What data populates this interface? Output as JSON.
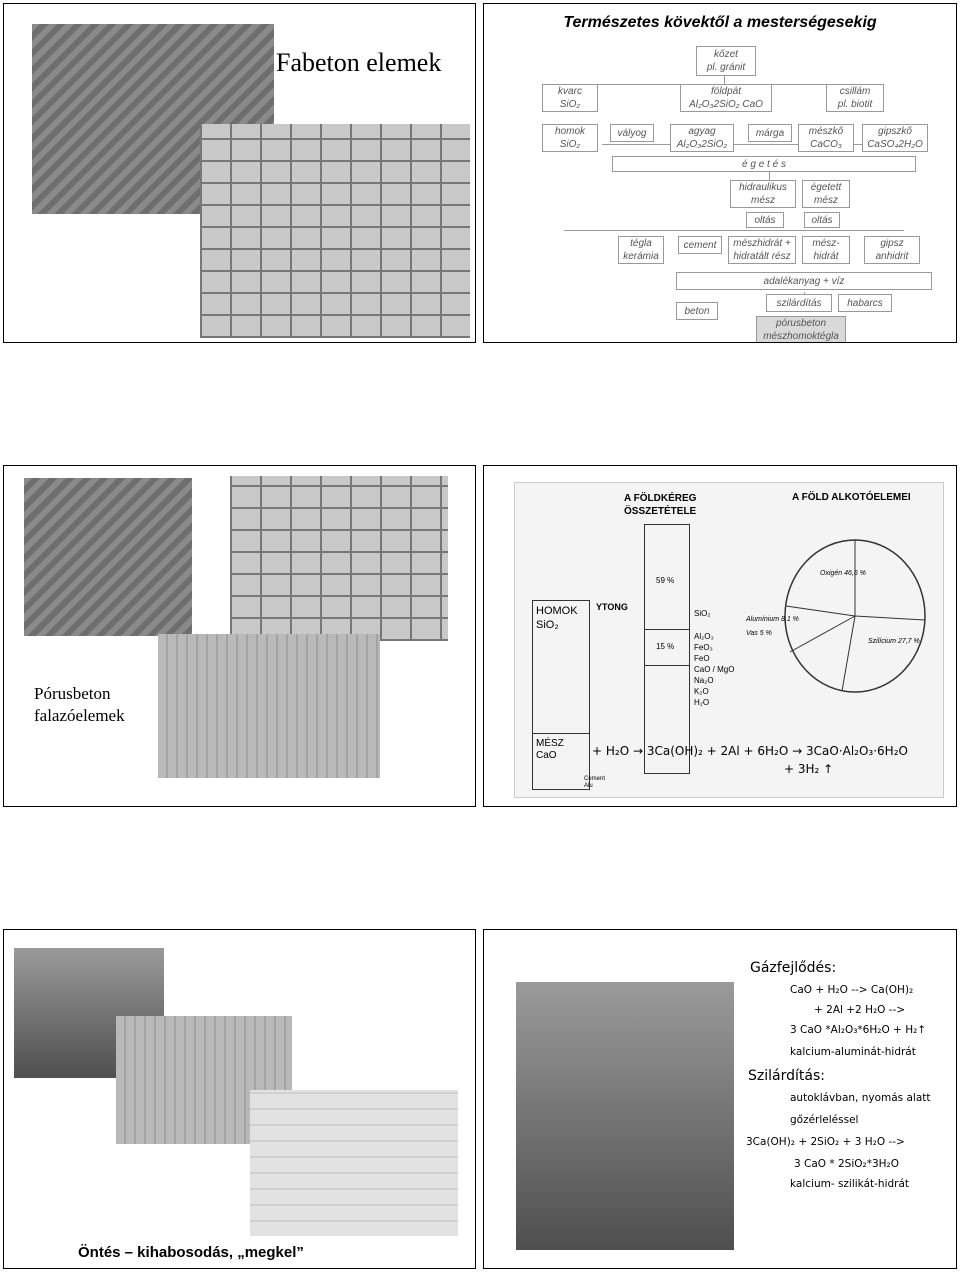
{
  "slide1": {
    "title": "Fabeton elemek"
  },
  "slide2": {
    "title": "Természetes kövektől a mesterségesekig",
    "row1": [
      "kőzet\npl. gránit"
    ],
    "row2": [
      "kvarc\nSiO₂",
      "földpát\nAl₂O₃2SiO₂  CaO",
      "csillám\npl. biotit"
    ],
    "row3": [
      "homok\nSiO₂",
      "vályog",
      "agyag\nAl₂O₃2SiO₂",
      "márga",
      "mészkő\nCaCO₃",
      "gipszkő\nCaSO₄2H₂O"
    ],
    "egetes": "é g e t é s",
    "row4": [
      "hidraulikus\nmész",
      "égetett\nmész"
    ],
    "oltas": [
      "oltás",
      "oltás"
    ],
    "row5": [
      "tégla\nkerámia",
      "cement",
      "mészhidrát +\nhidratált rész",
      "mész-\nhidrát",
      "gipsz\nanhidrit"
    ],
    "adalek": "adalékanyag + víz",
    "row6": [
      "beton",
      "szilárdítás",
      "habarcs"
    ],
    "final": "pórusbeton\nmészhomoktégla"
  },
  "slide3": {
    "title_line1": "Pórusbeton",
    "title_line2": "falazóelemek"
  },
  "slide4": {
    "header_left": "A FÖLDKÉREG\nÖSSZETÉTELE",
    "header_right": "A FÖLD ALKOTÓELEMEI",
    "label_homok": "HOMOK\nSiO₂",
    "label_ytong": "YTONG",
    "label_mesz": "MÉSZ\nCaO",
    "pct1": "59 %",
    "pct2": "15 %",
    "oxides": [
      "SiO₂",
      "Al₂O₃",
      "FeO₃",
      "FeO",
      "CaO / MgO",
      "Na₂O",
      "K₂O",
      "H₂O"
    ],
    "cement_label": "Cement\nAlu",
    "equation": "+ H₂O → 3Ca(OH)₂ + 2Al + 6H₂O → 3CaO·Al₂O₃·6H₂O",
    "equation2": "+ 3H₂ ↑",
    "pie_labels": [
      "Oxigén 46,6 %",
      "Szilícium 27,7 %",
      "Alumínium 8,1 %",
      "Vas 5 %"
    ],
    "bar_colors": {
      "line": "#333333"
    }
  },
  "slide5": {
    "caption": "Öntés – kihabosodás, „megkel”"
  },
  "slide6": {
    "head1": "Gázfejlődés:",
    "lines1": [
      "CaO + H₂O --> Ca(OH)₂",
      "+ 2Al +2 H₂O -->",
      "3 CaO *Al₂O₃*6H₂O + H₂↑",
      "kalcium-aluminát-hidrát"
    ],
    "head2": "Szilárdítás:",
    "lines2": [
      "autoklávban, nyomás alatt",
      "gőzérleléssel",
      "3Ca(OH)₂ + 2SiO₂ + 3 H₂O -->",
      "3 CaO * 2SiO₂*3H₂O",
      "kalcium- szilikát-hidrát"
    ]
  }
}
